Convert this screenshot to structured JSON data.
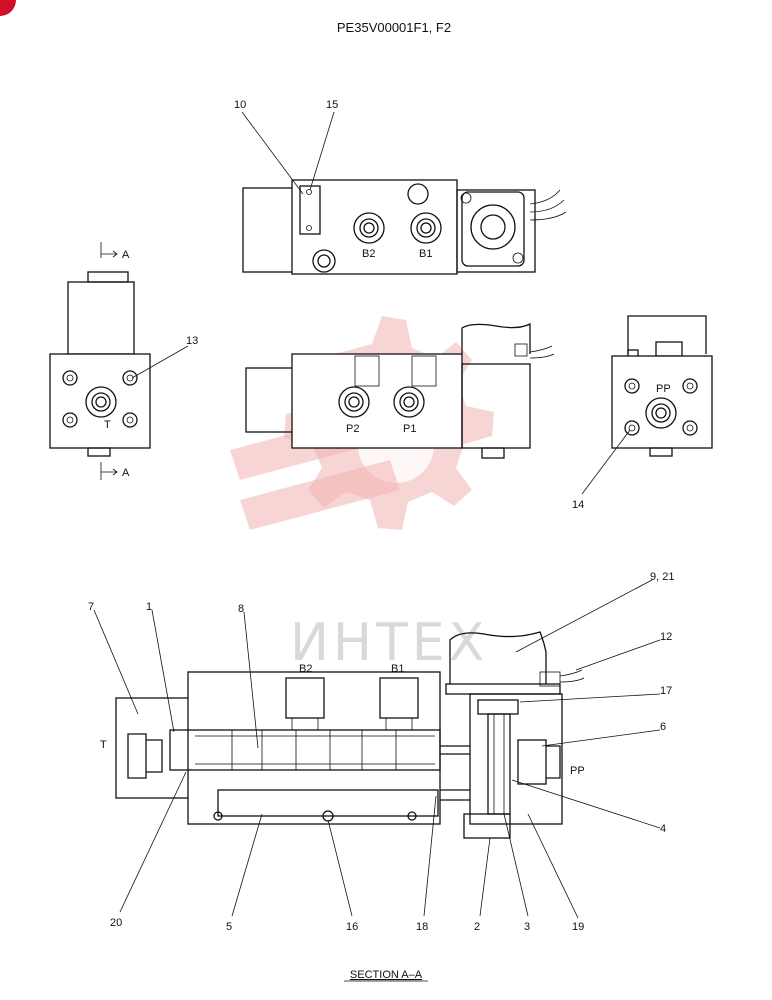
{
  "title": "PE35V00001F1, F2",
  "section_label": "SECTION  A–A",
  "watermark": "ИНТЕХ",
  "section_marks": [
    "A",
    "A"
  ],
  "port_labels": {
    "b2_top": "B2",
    "b1_top": "B1",
    "p2": "P2",
    "p1": "P1",
    "t_left": "T",
    "pp_right": "PP",
    "b2_sec": "B2",
    "b1_sec": "B1",
    "t_sec": "T",
    "pp_sec": "PP"
  },
  "callouts": [
    "10",
    "15",
    "13",
    "14",
    "7",
    "1",
    "8",
    "9, 21",
    "12",
    "17",
    "6",
    "4",
    "19",
    "3",
    "2",
    "18",
    "16",
    "5",
    "20"
  ],
  "colors": {
    "watermark": "#f2b3b3",
    "line": "#111111"
  }
}
